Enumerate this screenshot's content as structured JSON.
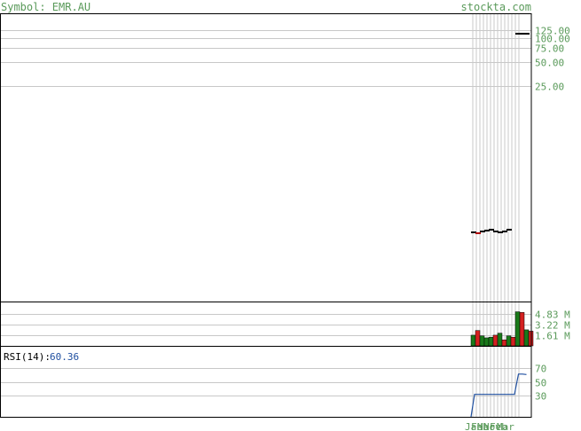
{
  "header": {
    "symbol_label": "Symbol: EMR.AU",
    "site": "stockta.com"
  },
  "colors": {
    "frame": "#000000",
    "grid": "#c8c8c8",
    "vgrid": "#c8c8c8",
    "axis_text": "#5a9a5a",
    "candle": "#000000",
    "candle_down": "#b00000",
    "vol_up": "#1a7a1a",
    "vol_down": "#d42020",
    "rsi_line": "#1f4fa0"
  },
  "chart_data": [
    {
      "type": "candlestick",
      "panel": "price",
      "y_scale": "log",
      "y_ticks": [
        {
          "value": 125,
          "label": "125.00"
        },
        {
          "value": 100,
          "label": "100.00"
        },
        {
          "value": 75,
          "label": "75.00"
        },
        {
          "value": 50,
          "label": "50.00"
        },
        {
          "value": 25,
          "label": "25.00"
        }
      ],
      "ylim": [
        0.05,
        200
      ],
      "x_labels": [
        "Jan",
        "Feb",
        "Mar",
        "Nov",
        "Feb",
        "Mar"
      ],
      "points": [
        {
          "close": 0.38,
          "down": false
        },
        {
          "close": 0.37,
          "down": true
        },
        {
          "close": 0.39,
          "down": false
        },
        {
          "close": 0.4,
          "down": false
        },
        {
          "close": 0.41,
          "down": false
        },
        {
          "close": 0.39,
          "down": false
        },
        {
          "close": 0.38,
          "down": false
        },
        {
          "close": 0.39,
          "down": false
        },
        {
          "close": 0.41,
          "down": false
        },
        {
          "close": null,
          "down": false
        },
        {
          "close": 117,
          "down": false
        },
        {
          "close": 116,
          "down": false
        },
        {
          "close": 118,
          "down": false
        }
      ]
    },
    {
      "type": "bar",
      "panel": "volume",
      "y_ticks": [
        {
          "value": 4.83,
          "label": "4.83 M"
        },
        {
          "value": 3.22,
          "label": "3.22 M"
        },
        {
          "value": 1.61,
          "label": "1.61 M"
        }
      ],
      "ylim": [
        0,
        6.5
      ],
      "unit": "M",
      "values": [
        1.6,
        2.3,
        1.5,
        1.2,
        1.3,
        1.6,
        1.9,
        0.9,
        1.5,
        1.3,
        5.1,
        5.0,
        2.4,
        2.2
      ],
      "up": [
        true,
        false,
        true,
        true,
        true,
        false,
        true,
        false,
        true,
        false,
        true,
        false,
        true,
        false
      ]
    },
    {
      "type": "line",
      "panel": "rsi",
      "label": "RSI(14):",
      "value_label": "60.36",
      "y_ticks": [
        {
          "value": 70,
          "label": "70"
        },
        {
          "value": 50,
          "label": "50"
        },
        {
          "value": 30,
          "label": "30"
        }
      ],
      "ylim": [
        0,
        100
      ],
      "values": [
        0,
        32,
        32,
        32,
        32,
        32,
        32,
        32,
        32,
        32,
        32,
        32,
        61,
        61,
        60.36
      ]
    }
  ]
}
